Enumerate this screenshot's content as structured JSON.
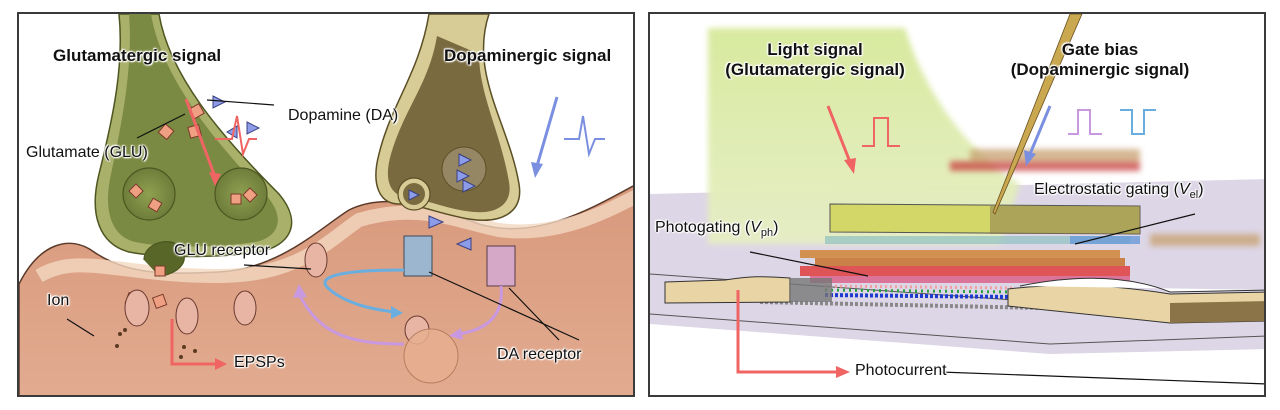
{
  "left_panel": {
    "title_glutamatergic": "Glutamatergic signal",
    "title_dopaminergic": "Dopaminergic signal",
    "labels": {
      "glutamate": "Glutamate (GLU)",
      "dopamine": "Dopamine (DA)",
      "glu_receptor": "GLU receptor",
      "ion": "Ion",
      "epsps": "EPSPs",
      "da_receptor": "DA receptor"
    }
  },
  "right_panel": {
    "light_signal_line1": "Light signal",
    "light_signal_line2": "(Glutamatergic signal)",
    "gate_bias_line1": "Gate bias",
    "gate_bias_line2": "(Dopaminergic signal)",
    "electrostatic_gating": "Electrostatic gating (",
    "electrostatic_var": "V",
    "electrostatic_sub": "el",
    "photogating": "Photogating (",
    "photogating_var": "V",
    "photogating_sub": "ph",
    "close_paren": ")",
    "photocurrent": "Photocurrent"
  },
  "colors": {
    "glu_arrow": "#f06464",
    "da_arrow": "#7b8fe0",
    "pulse_red": "#f06464",
    "pulse_purple": "#c898e0",
    "pulse_blue": "#6aaee0",
    "post_cell": "#d99a7e",
    "glu_terminal": "#7d8a45",
    "da_terminal": "#7a6a40",
    "light_beam": "#dce9a0",
    "substrate": "#ddd6e6"
  }
}
